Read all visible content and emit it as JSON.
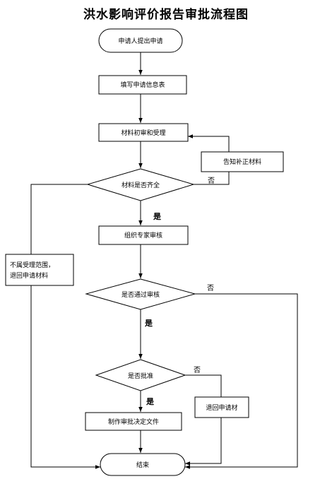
{
  "title": "洪水影响评价报告审批流程图",
  "nodes": {
    "start": "申请人提出申请",
    "fill_form": "填写申请信息表",
    "initial_review": "材料初审和受理",
    "supplement": "告知补正材料",
    "complete_check": "材料是否齐全",
    "expert_review": "组织专家审核",
    "not_accepted_line1": "不属受理范围，",
    "not_accepted_line2": "退回申请材料",
    "pass_review": "是否通过审核",
    "approve_check": "是否批准",
    "return_application": "退回申请材",
    "make_decision": "制作审批决定文件",
    "end": "结束"
  },
  "edge_labels": {
    "complete_no": "否",
    "complete_yes": "是",
    "review_no": "否",
    "review_yes": "是",
    "approve_no": "否",
    "approve_yes": "是"
  }
}
